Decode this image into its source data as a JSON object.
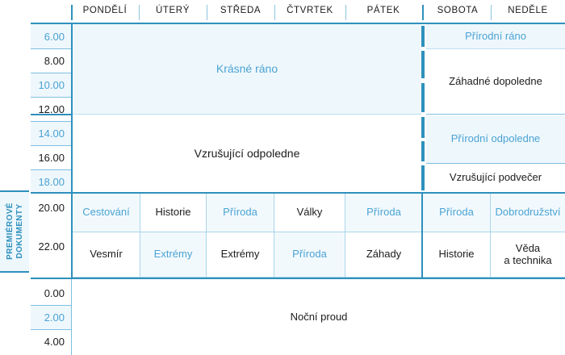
{
  "header": {
    "days": [
      "PONDĚLÍ",
      "ÚTERÝ",
      "STŘEDA",
      "ČTVRTEK",
      "PÁTEK",
      "SOBOTA",
      "NEDĚLE"
    ]
  },
  "time_axis": {
    "labels": [
      "6.00",
      "8.00",
      "10.00",
      "12.00",
      "14.00",
      "16.00",
      "18.00",
      "20.00",
      "22.00",
      "0.00",
      "2.00",
      "4.00"
    ]
  },
  "section_label": {
    "line1": "PREMIÉROVÉ",
    "line2": "DOKUMENTY"
  },
  "blocks": {
    "morning_weekday": "Krásné ráno",
    "afternoon_weekday": "Vzrušující odpoledne",
    "weekend_morning": "Přírodní ráno",
    "weekend_late_morning": "Záhadné dopoledne",
    "weekend_afternoon": "Přírodní odpoledne",
    "weekend_evening": "Vzrušující podvečer",
    "night": "Noční proud"
  },
  "prime_time": {
    "row_20": [
      "Cestování",
      "Historie",
      "Příroda",
      "Války",
      "Příroda",
      "Příroda",
      "Dobrodružství"
    ],
    "row_22": [
      "Vesmír",
      "Extrémy",
      "Extrémy",
      "Příroda",
      "Záhady",
      "Historie",
      "Věda\na technika"
    ]
  },
  "colors": {
    "accent": "#4ba3d3",
    "rule": "#2e90bd",
    "tint": "#f2f9fd",
    "tint_strong": "#eef7fc",
    "text": "#1b1b1b"
  }
}
